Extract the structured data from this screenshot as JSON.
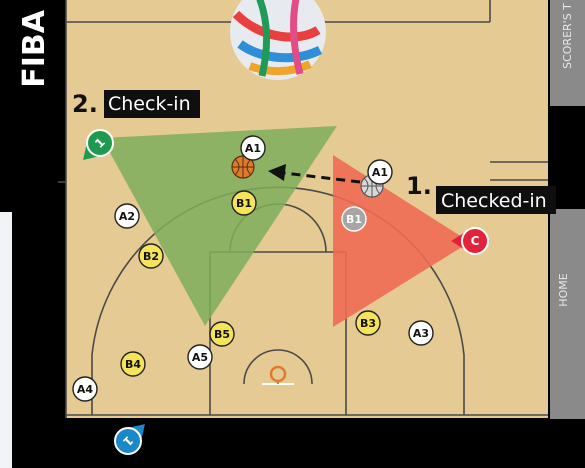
{
  "brand_text": "FIBA",
  "side_labels": {
    "scorers_table": "SCORER'S T",
    "home": "HOME"
  },
  "steps": [
    {
      "number": "2.",
      "text": "Check-in"
    },
    {
      "number": "1.",
      "text": "Checked-in"
    }
  ],
  "referees": [
    {
      "id": "ref-1",
      "label": "1",
      "color": "#1a88c9"
    },
    {
      "id": "ref-2",
      "label": "1",
      "color": "#1e9a4e"
    },
    {
      "id": "ref-c",
      "label": "C",
      "color": "#e3233a"
    }
  ],
  "players": [
    {
      "id": "a1-top",
      "label": "A1",
      "team": "A"
    },
    {
      "id": "a1-right",
      "label": "A1",
      "team": "A"
    },
    {
      "id": "a2",
      "label": "A2",
      "team": "A"
    },
    {
      "id": "a3",
      "label": "A3",
      "team": "A"
    },
    {
      "id": "a4",
      "label": "A4",
      "team": "A"
    },
    {
      "id": "a5",
      "label": "A5",
      "team": "A"
    },
    {
      "id": "b1",
      "label": "B1",
      "team": "B"
    },
    {
      "id": "b1-ghost",
      "label": "B1",
      "team": "ghost"
    },
    {
      "id": "b2",
      "label": "B2",
      "team": "B"
    },
    {
      "id": "b3",
      "label": "B3",
      "team": "B"
    },
    {
      "id": "b4",
      "label": "B4",
      "team": "B"
    },
    {
      "id": "b5",
      "label": "B5",
      "team": "B"
    }
  ],
  "colors": {
    "court": "#e5cb93",
    "court_lines": "#4a4a4a",
    "team_a": "#ffffff",
    "team_b": "#f5e35a",
    "ghost": "#a6a6a6",
    "green_zone": "#7fae5a",
    "red_zone": "#ee6a54",
    "ball": "#e07b2c",
    "side_panel": "#8a8a8a",
    "left_panel": "#f1f3f6"
  }
}
